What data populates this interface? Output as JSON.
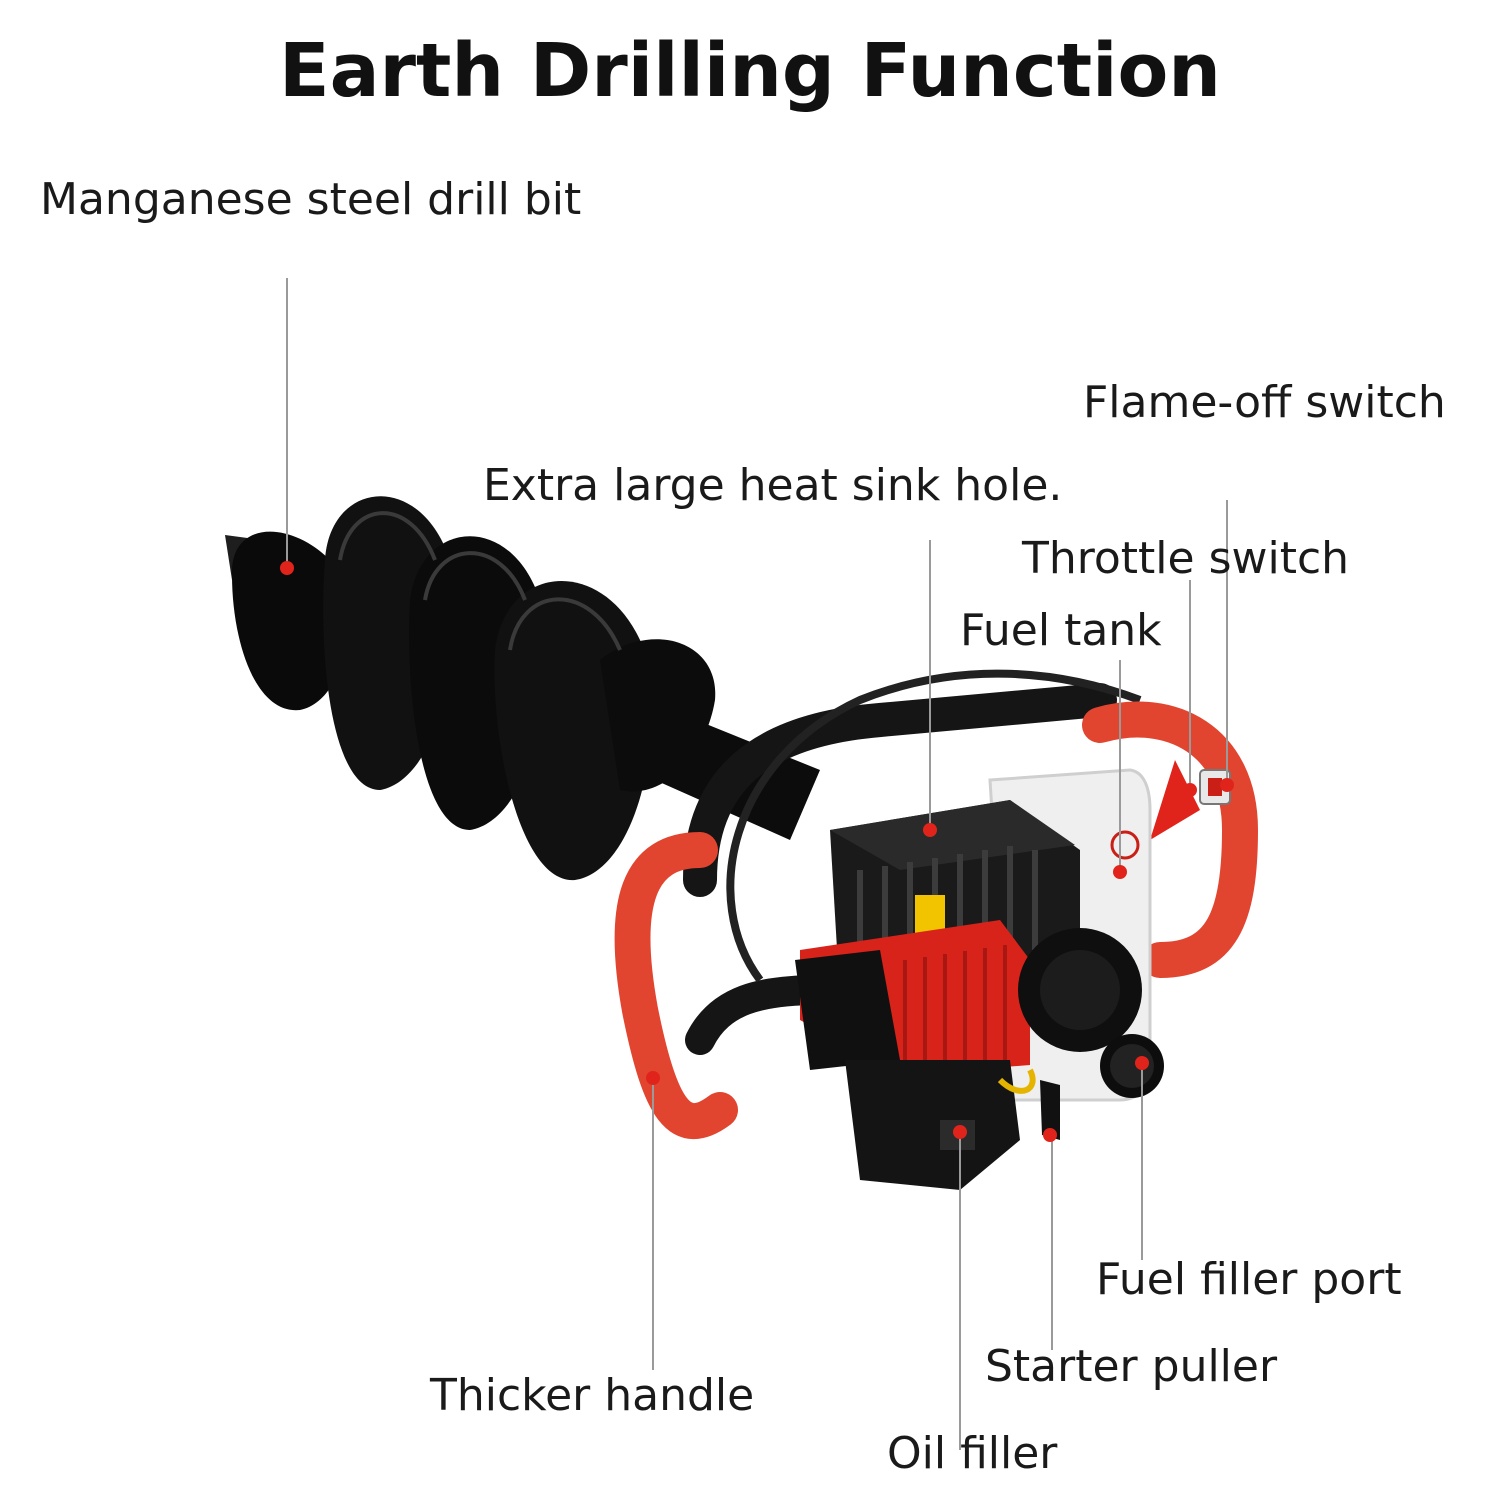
{
  "title": "Earth Drilling Function",
  "labels": {
    "drill_bit": "Manganese steel drill bit",
    "flame_off": "Flame-off switch",
    "heat_sink": "Extra large heat sink hole.",
    "throttle": "Throttle switch",
    "fuel_tank": "Fuel tank",
    "fuel_filler": "Fuel filler port",
    "starter": "Starter puller",
    "handle": "Thicker handle",
    "oil_filler": "Oil filler"
  },
  "colors": {
    "accent_red": "#e0241b",
    "handle_red": "#e2452f",
    "body_black": "#141414",
    "leader_line": "#9a9a9a"
  }
}
